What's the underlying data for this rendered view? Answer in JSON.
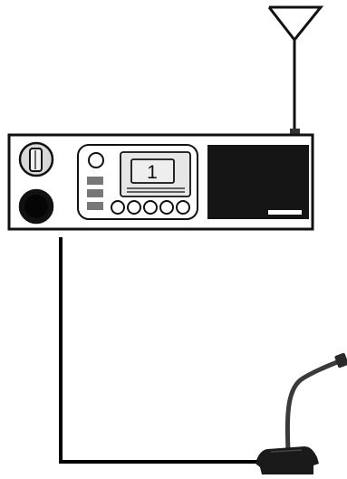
{
  "radio": {
    "display_channel": "1",
    "volume_knob_icon": "rotary-knob-icon",
    "power_button_icon": "round-black-button-icon",
    "preset_button_count": 5,
    "side_button_count": 3
  },
  "speaker": {
    "icon": "speaker-grille-icon"
  },
  "antenna": {
    "icon": "antenna-icon"
  },
  "microphone": {
    "icon": "desk-gooseneck-microphone-icon"
  },
  "colors": {
    "outline": "#111111",
    "panel_fill": "#ffffff",
    "speaker_fill": "#151515",
    "button_fill": "#777777",
    "knob_fill": "#d9d9d9",
    "display_fill": "#e6e6e6",
    "cable": "#000000",
    "mic_base": "#1a1a1a",
    "mic_neck": "#3a3a3a"
  }
}
